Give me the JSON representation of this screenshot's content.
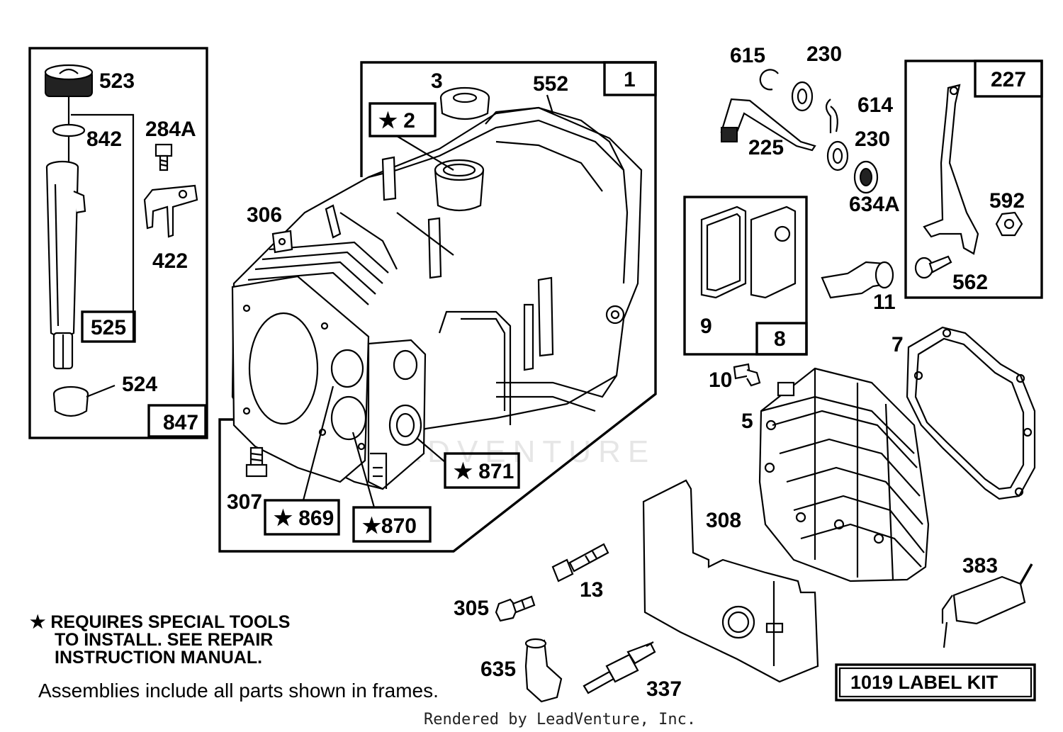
{
  "colors": {
    "ink": "#000000",
    "background": "#ffffff",
    "watermark": "#e6e6e6"
  },
  "watermark": "LEADVENTURE",
  "frames": {
    "f847": "847",
    "f525": "525",
    "f1": "1",
    "f2": "★ 2",
    "f871": "★ 871",
    "f869": "★ 869",
    "f870": "★870",
    "f8": "8",
    "f227": "227",
    "label_kit": "1019 LABEL KIT"
  },
  "parts": {
    "p523": "523",
    "p842": "842",
    "p284A": "284A",
    "p422": "422",
    "p524": "524",
    "p3": "3",
    "p552": "552",
    "p306": "306",
    "p307": "307",
    "p615": "615",
    "p230a": "230",
    "p614": "614",
    "p225": "225",
    "p230b": "230",
    "p634A": "634A",
    "p592": "592",
    "p562": "562",
    "p9": "9",
    "p11": "11",
    "p7": "7",
    "p10": "10",
    "p5": "5",
    "p308": "308",
    "p13": "13",
    "p305": "305",
    "p383": "383",
    "p635": "635",
    "p337": "337"
  },
  "notes": {
    "line1": "★ REQUIRES SPECIAL TOOLS",
    "line2": "TO INSTALL.  SEE REPAIR",
    "line3": "INSTRUCTION MANUAL.",
    "assemblies": "Assemblies include all parts shown in frames.",
    "rendered_by": "Rendered by LeadVenture, Inc."
  }
}
